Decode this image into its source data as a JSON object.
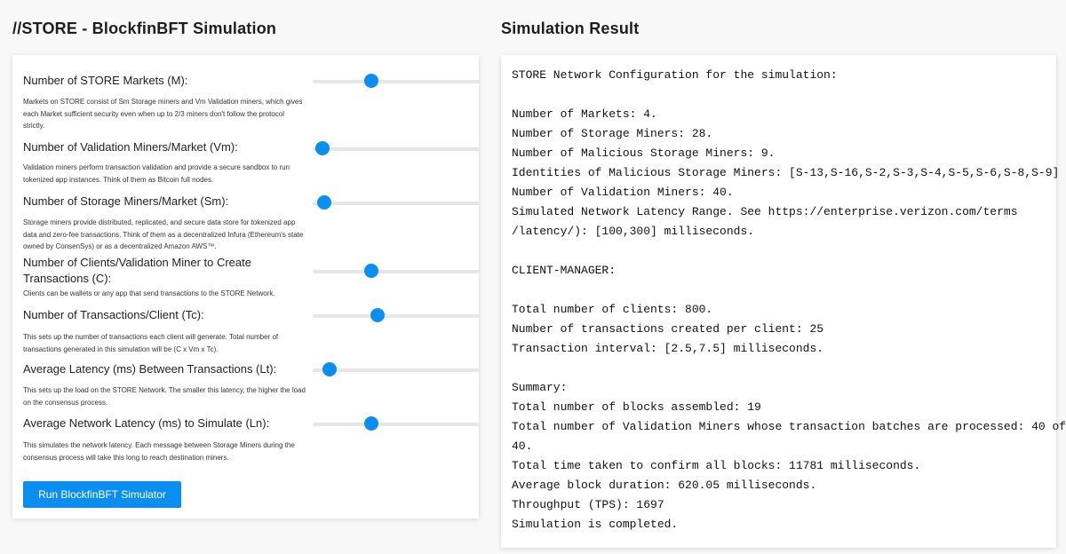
{
  "header": {
    "title": "//STORE - BlockfinBFT Simulation",
    "result_title": "Simulation Result"
  },
  "parameters": [
    {
      "label": "Number of STORE Markets (M):",
      "description": "Markets on STORE consist of Sm Storage miners and Vm Validation miners, which gives each Market sufficient security even when up to 2/3 miners don't follow the protocol strictly.",
      "value_fraction": 0.35
    },
    {
      "label": "Number of Validation Miners/Market (Vm):",
      "description": "Validation miners perform transaction validation and provide a secure sandbox to run tokenized app instances. Think of them as Bitcoin full nodes.",
      "value_fraction": 0.06
    },
    {
      "label": "Number of Storage Miners/Market (Sm):",
      "description": "Storage miners provide distributed, replicated, and secure data store for tokenized app data and zero-fee transactions. Think of them as a decentralized Infura (Ethereum's state owned by ConsenSys) or as a decentralized Amazon AWS™.",
      "value_fraction": 0.07
    },
    {
      "label": "Number of Clients/Validation Miner to Create Transactions (C):",
      "description": "Clients can be wallets or any app that send transactions to the STORE Network.",
      "value_fraction": 0.35
    },
    {
      "label": "Number of Transactions/Client (Tc):",
      "description": "This sets up the number of transactions each client will generate. Total number of transactions generated in this simulation will be (C x Vm x Tc).",
      "value_fraction": 0.39
    },
    {
      "label": "Average Latency (ms) Between Transactions (Lt):",
      "description": "This sets up the load on the STORE Network. The smaller this latency, the higher the load on the consensus process.",
      "value_fraction": 0.1
    },
    {
      "label": "Average Network Latency (ms) to Simulate (Ln):",
      "description": "This simulates the network latency. Each message between Storage Miners during the consensus process will take this long to reach destination miners.",
      "value_fraction": 0.35
    }
  ],
  "run_button_label": "Run BlockfinBFT Simulator",
  "result_lines": [
    "STORE Network Configuration for the simulation:",
    "",
    "Number of Markets: 4.",
    "Number of Storage Miners: 28.",
    "Number of Malicious Storage Miners: 9.",
    "Identities of Malicious Storage Miners: [S-13,S-16,S-2,S-3,S-4,S-5,S-6,S-8,S-9]",
    "Number of Validation Miners: 40.",
    "Simulated Network Latency Range. See https://enterprise.verizon.com/terms",
    "/latency/): [100,300] milliseconds.",
    "",
    "CLIENT-MANAGER:",
    "",
    "Total number of clients: 800.",
    "Number of transactions created per client: 25",
    "Transaction interval: [2.5,7.5] milliseconds.",
    "",
    "Summary:",
    "Total number of blocks assembled: 19",
    "Total number of Validation Miners whose transaction batches are processed: 40 of",
    "40.",
    "Total time taken to confirm all blocks: 11781 milliseconds.",
    "Average block duration: 620.05 milliseconds.",
    "Throughput (TPS): 1697",
    "Simulation is completed."
  ],
  "colors": {
    "accent": "#0a8ff0",
    "slider_track": "#e6e6e6",
    "page_background": "#f8f8f8"
  }
}
